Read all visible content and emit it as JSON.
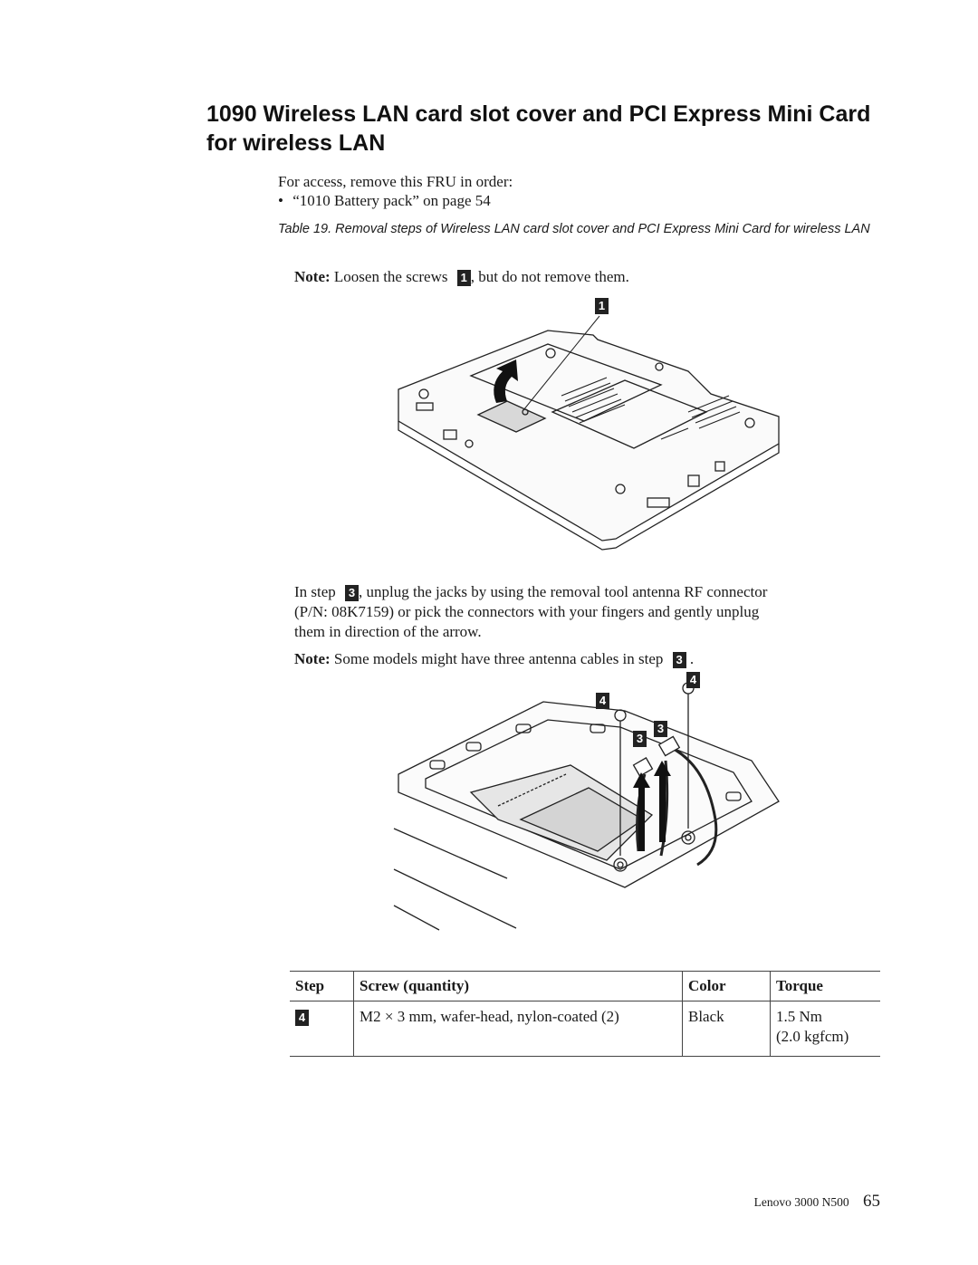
{
  "title": {
    "line1": "1090 Wireless LAN card slot cover and PCI Express Mini Card",
    "line2": "for wireless LAN"
  },
  "access": {
    "intro": "For access, remove this FRU in order:",
    "bullet": "•",
    "item": "“1010 Battery pack” on page 54"
  },
  "caption": "Table 19. Removal steps of Wireless LAN card slot cover and PCI Express Mini Card for wireless LAN",
  "note1": {
    "label": "Note:",
    "before": "Loosen the screws",
    "callout": "1",
    "after": ", but do not remove them."
  },
  "figure1": {
    "callout": "1"
  },
  "step3": {
    "before": "In step",
    "callout": "3",
    "line1": ", unplug the jacks by using the removal tool antenna RF connector",
    "line2": "(P/N: 08K7159) or pick the connectors with your fingers and gently unplug",
    "line3": "them in direction of the arrow."
  },
  "note2": {
    "label": "Note:",
    "text": "Some models might have three antenna cables in step",
    "callout": "3",
    "after": "."
  },
  "figure2": {
    "callout_a": "4",
    "callout_b": "4",
    "callout_c": "3",
    "callout_d": "3"
  },
  "table": {
    "headers": [
      "Step",
      "Screw (quantity)",
      "Color",
      "Torque"
    ],
    "row": {
      "step": "4",
      "screw": "M2 × 3 mm, wafer-head, nylon-coated (2)",
      "color": "Black",
      "torque1": "1.5 Nm",
      "torque2": "(2.0 kgfcm)"
    }
  },
  "footer": {
    "product": "Lenovo 3000 N500",
    "page": "65"
  }
}
